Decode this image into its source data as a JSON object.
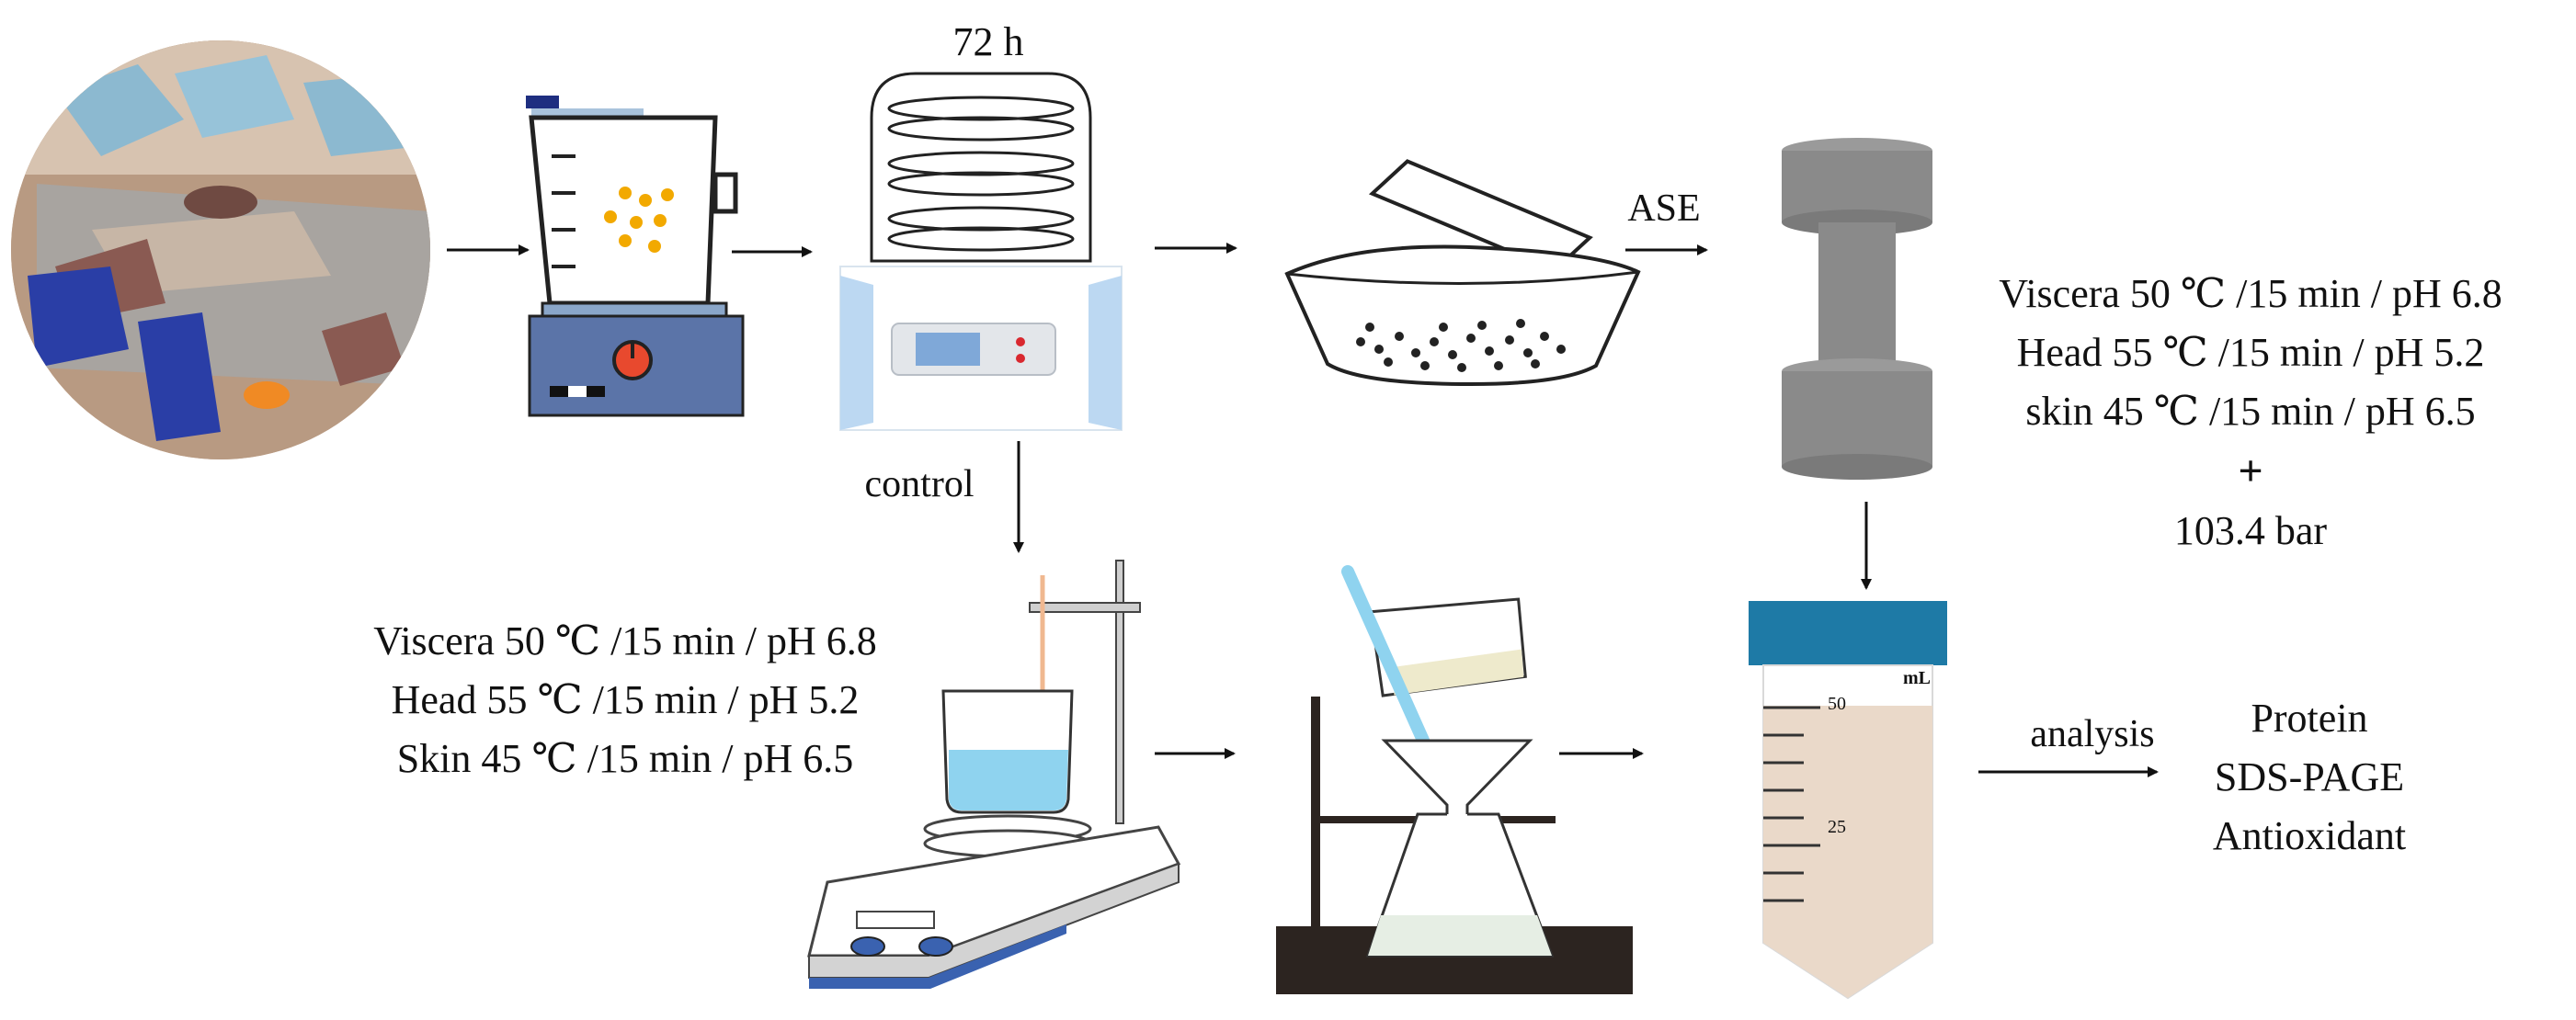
{
  "labels": {
    "freeze_dry_time": "72 h",
    "ase_label": "ASE",
    "control_label": "control",
    "analysis_label": "analysis",
    "tube_unit": "mL",
    "tube_mark_50": "50",
    "tube_mark_25": "25"
  },
  "ase_conditions": [
    "Viscera 50 ℃ /15 min / pH 6.8",
    "Head 55 ℃ /15 min / pH 5.2",
    "skin 45 ℃ /15 min / pH 6.5"
  ],
  "ase_plus": "+",
  "ase_pressure": "103.4 bar",
  "control_conditions": [
    "Viscera 50 ℃ /15 min / pH 6.8",
    "Head 55 ℃ /15 min / pH 5.2",
    "Skin 45 ℃ /15 min / pH 6.5"
  ],
  "outputs": [
    "Protein",
    "SDS-PAGE",
    "Antioxidant"
  ],
  "colors": {
    "blender_base": "#5b74a8",
    "blender_yellow_dots": "#f2a900",
    "dryer_side_panels": "#bcd8f2",
    "dryer_screen": "#7fa8d8",
    "ase_cell_gray": "#8a8a8a",
    "tube_cap": "#1e7aa6",
    "tube_liquid": "#ead9c9",
    "beaker_liquid": "#8fd3ef",
    "stirrer_blue": "#3a62b0",
    "filter_stand_base": "#2c2420"
  }
}
